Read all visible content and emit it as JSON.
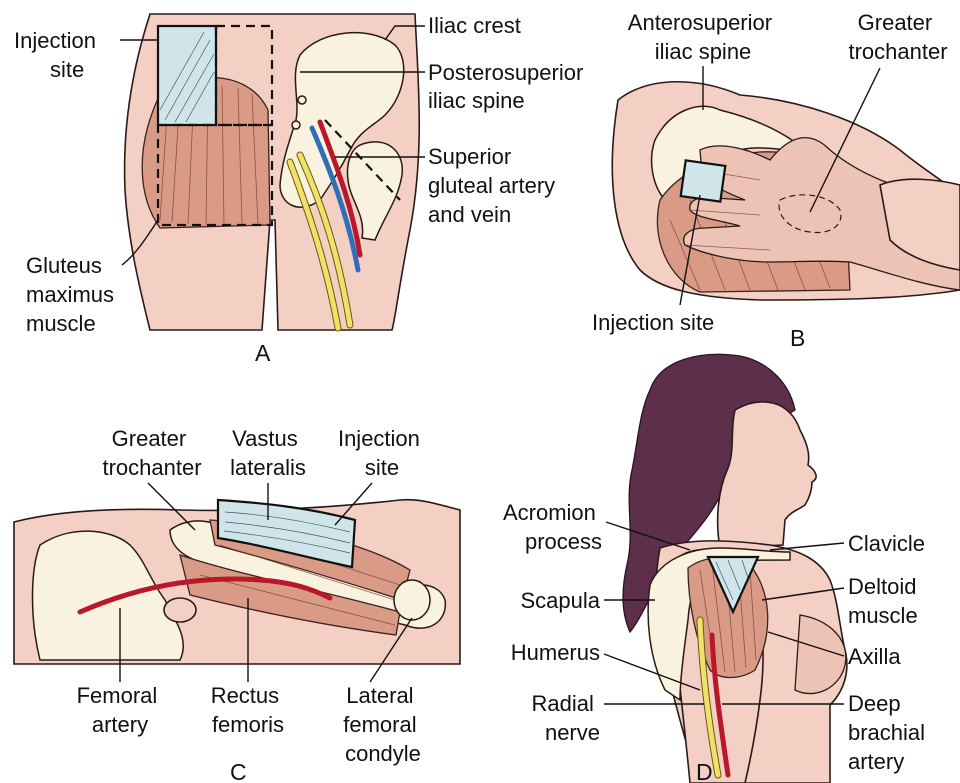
{
  "panels": {
    "a": {
      "letter": "A",
      "labels": {
        "injection_site": [
          "Injection",
          "site"
        ],
        "iliac_crest": [
          "Iliac crest"
        ],
        "posterosuperior_iliac_spine": [
          "Posterosuperior",
          "iliac spine"
        ],
        "superior_gluteal_artery_vein": [
          "Superior",
          "gluteal artery",
          "and vein"
        ],
        "gluteus_maximus": [
          "Gluteus",
          "maximus",
          "muscle"
        ]
      }
    },
    "b": {
      "letter": "B",
      "labels": {
        "anterosuperior_iliac_spine": [
          "Anterosuperior",
          "iliac spine"
        ],
        "greater_trochanter": [
          "Greater",
          "trochanter"
        ],
        "injection_site": [
          "Injection site"
        ]
      }
    },
    "c": {
      "letter": "C",
      "labels": {
        "greater_trochanter": [
          "Greater",
          "trochanter"
        ],
        "vastus_lateralis": [
          "Vastus",
          "lateralis"
        ],
        "injection_site": [
          "Injection",
          "site"
        ],
        "femoral_artery": [
          "Femoral",
          "artery"
        ],
        "rectus_femoris": [
          "Rectus",
          "femoris"
        ],
        "lateral_femoral_condyle": [
          "Lateral",
          "femoral",
          "condyle"
        ]
      }
    },
    "d": {
      "letter": "D",
      "labels": {
        "acromion_process": [
          "Acromion",
          "process"
        ],
        "clavicle": [
          "Clavicle"
        ],
        "scapula": [
          "Scapula"
        ],
        "deltoid_muscle": [
          "Deltoid",
          "muscle"
        ],
        "humerus": [
          "Humerus"
        ],
        "axilla": [
          "Axilla"
        ],
        "radial_nerve": [
          "Radial",
          "nerve"
        ],
        "deep_brachial_artery": [
          "Deep",
          "brachial",
          "artery"
        ]
      }
    }
  },
  "colors": {
    "skin": "#f3cfc4",
    "muscle": "#d99a86",
    "bone": "#f8f2de",
    "injection_site": "#cfe5ea",
    "artery": "#b8182a",
    "vein": "#2f6fb6",
    "nerve": "#f1e16a",
    "hair": "#5d2f4a"
  }
}
